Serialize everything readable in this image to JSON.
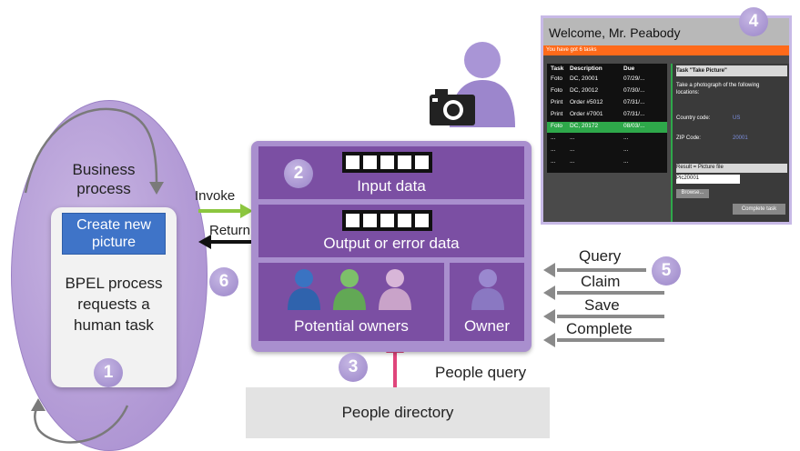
{
  "left": {
    "business_process": [
      "Business",
      "process"
    ],
    "create_picture": [
      "Create new",
      "picture"
    ],
    "bpel_text": [
      "BPEL process",
      "requests a",
      "human task"
    ],
    "step1": "1"
  },
  "arrows": {
    "invoke": "Invoke",
    "return": "Return",
    "step6": "6"
  },
  "task": {
    "step2": "2",
    "input": "Input data",
    "output": "Output or error data",
    "potential_owners": "Potential owners",
    "owner": "Owner"
  },
  "people": {
    "step3": "3",
    "people_query": "People query",
    "directory": "People directory"
  },
  "api": {
    "step5": "5",
    "ops": [
      "Query",
      "Claim",
      "Save",
      "Complete"
    ]
  },
  "screen": {
    "step4": "4",
    "welcome": "Welcome, Mr. Peabody",
    "bar": "You have got 6 tasks",
    "headers": [
      "Task",
      "Description",
      "Due"
    ],
    "rows": [
      [
        "Foto",
        "DC, 20001",
        "07/29/..."
      ],
      [
        "Foto",
        "DC, 20012",
        "07/30/..."
      ],
      [
        "Print",
        "Order #5012",
        "07/31/..."
      ],
      [
        "Print",
        "Order #7001",
        "07/31/..."
      ],
      [
        "Foto",
        "DC, 20172",
        "08/03/..."
      ],
      [
        "...",
        "...",
        "..."
      ],
      [
        "...",
        "...",
        "..."
      ],
      [
        "...",
        "...",
        "..."
      ]
    ],
    "detail_title": "Task \"Take Picture\"",
    "detail_desc": "Take a photograph of the following locations:",
    "country_label": "Country code:",
    "country_val": "US",
    "zip_label": "ZIP Code:",
    "zip_val": "20001",
    "result_label": "Result = Picture file",
    "result_val": "Pic20001",
    "browse": "Browse...",
    "complete": "Complete task"
  },
  "colors": {
    "purple_dark": "#7b4fa3",
    "purple_light": "#a98fce",
    "blue": "#3f74c8",
    "green_arrow": "#8cc63f",
    "magenta": "#e0457b",
    "orange": "#ff6a1a"
  }
}
